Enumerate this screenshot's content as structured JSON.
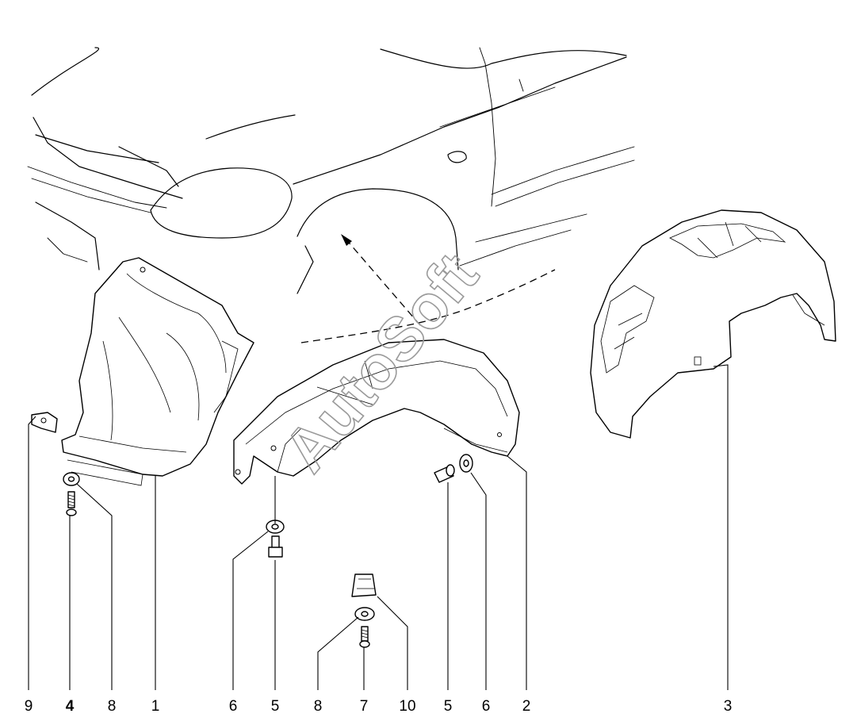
{
  "watermark": "AutoSoft",
  "callouts": {
    "c1": "9",
    "c2": "4",
    "c3": "8",
    "c4": "1",
    "c5": "6",
    "c6": "5",
    "c7": "8",
    "c8": "7",
    "c9": "10",
    "c10": "5",
    "c11": "6",
    "c12": "2",
    "c13": "3"
  }
}
